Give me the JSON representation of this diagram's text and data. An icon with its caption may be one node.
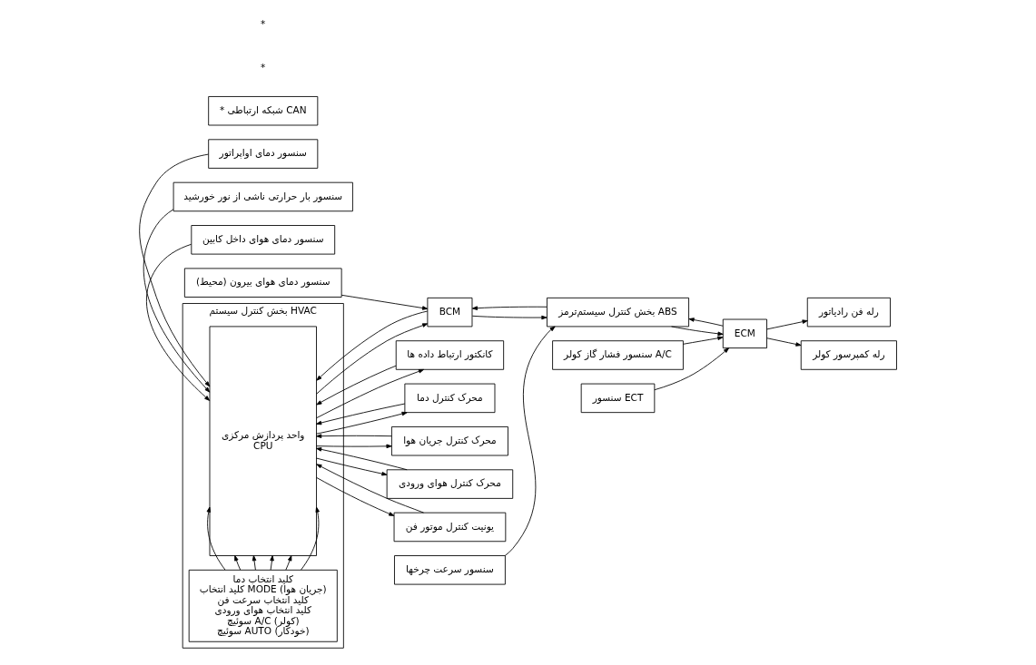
{
  "diagram": {
    "nodes": [
      {
        "text": [
          "بخش کنترل سیستم HVAC"
        ]
      },
      {
        "text": [
          "واحد پردازش مرکزی",
          "CPU"
        ],
        "in": 0
      },
      {
        "text": [
          "کلید انتخاب دما",
          "کلید انتخاب MODE (جریان هوا)",
          "کلید انتخاب سرعت فن",
          "کلید انتخاب هوای ورودی",
          "سوئیچ A/C (کولر)",
          "سوئیچ AUTO (خودکار)"
        ],
        "in": 0
      },
      {
        "text": [
          "کانکتور ارتباط داده ها"
        ]
      },
      {
        "text": [
          "سنسور فشار گاز کولر A/C"
        ]
      },
      {
        "text": [
          "رله فن رادیاتور"
        ]
      },
      {
        "text": [
          "سنسور ECT"
        ]
      },
      {
        "text": [
          "رله کمپرسور کولر"
        ]
      },
      {
        "text": [
          "ECM"
        ]
      },
      {
        "text": [
          "بخش کنترل سیستم‌ترمز ABS"
        ]
      },
      {
        "text": [
          "سنسور سرعت چرخها"
        ]
      },
      {
        "text": [
          "BCM"
        ]
      },
      {
        "text": [
          "سنسور دمای هوای بیرون (محیط)"
        ]
      },
      {
        "text": [
          "محرک کنترل دما"
        ]
      },
      {
        "text": [
          "محرک کنترل جریان هوا"
        ]
      },
      {
        "text": [
          "محرک کنترل هوای ورودی"
        ]
      },
      {
        "text": [
          "یونیت کنترل موتور فن"
        ]
      },
      {
        "text": [
          "سنسور دمای هوای داخل کابین"
        ]
      },
      {
        "text": [
          "سنسور بار حرارتی ناشی از نور خورشید"
        ]
      },
      {
        "text": [
          "سنسور دمای اواپراتور"
        ]
      },
      {
        "text": [
          "* شبکه ارتباطی CAN"
        ]
      }
    ],
    "edges": [
      {
        "from": 3,
        "to": 1,
        "arrow": "to"
      },
      {
        "from": 1,
        "to": 3,
        "arrow": "to"
      },
      {
        "from": 2,
        "to": 1,
        "arrow": "to"
      },
      {
        "from": 2,
        "to": 1,
        "arrow": "to"
      },
      {
        "from": 2,
        "to": 1,
        "arrow": "to"
      },
      {
        "from": 2,
        "to": 1,
        "arrow": "to"
      },
      {
        "from": 2,
        "to": 1,
        "arrow": "to"
      },
      {
        "from": 2,
        "to": 1,
        "arrow": "to"
      },
      {
        "from": 4,
        "to": 8,
        "arrow": "to"
      },
      {
        "from": 6,
        "to": 8,
        "arrow": "to"
      },
      {
        "from": 8,
        "to": 5,
        "arrow": "to"
      },
      {
        "from": 8,
        "to": 7,
        "arrow": "to"
      },
      {
        "from": 8,
        "to": 9,
        "arrow": "to"
      },
      {
        "from": 9,
        "to": 8,
        "arrow": "to"
      },
      {
        "from": 10,
        "to": 9,
        "arrow": "to"
      },
      {
        "from": 9,
        "to": 11,
        "arrow": "to"
      },
      {
        "from": 11,
        "to": 9,
        "arrow": "to"
      },
      {
        "from": 1,
        "to": 11,
        "arrow": "to"
      },
      {
        "from": 11,
        "to": 1,
        "arrow": "to"
      },
      {
        "from": 12,
        "to": 11,
        "arrow": "to"
      },
      {
        "from": 1,
        "to": 13,
        "arrow": "to"
      },
      {
        "from": 13,
        "to": 1,
        "arrow": "to"
      },
      {
        "from": 1,
        "to": 14,
        "arrow": "to"
      },
      {
        "from": 14,
        "to": 1,
        "arrow": "to"
      },
      {
        "from": 1,
        "to": 15,
        "arrow": "to"
      },
      {
        "from": 15,
        "to": 1,
        "arrow": "to"
      },
      {
        "from": 1,
        "to": 16,
        "arrow": "to"
      },
      {
        "from": 16,
        "to": 1,
        "arrow": "to"
      },
      {
        "from": 17,
        "to": 1,
        "arrow": "to"
      },
      {
        "from": 18,
        "to": 1,
        "arrow": "to"
      },
      {
        "from": 19,
        "to": 1,
        "arrow": "to"
      }
    ],
    "labels": [
      "*",
      "*"
    ]
  }
}
